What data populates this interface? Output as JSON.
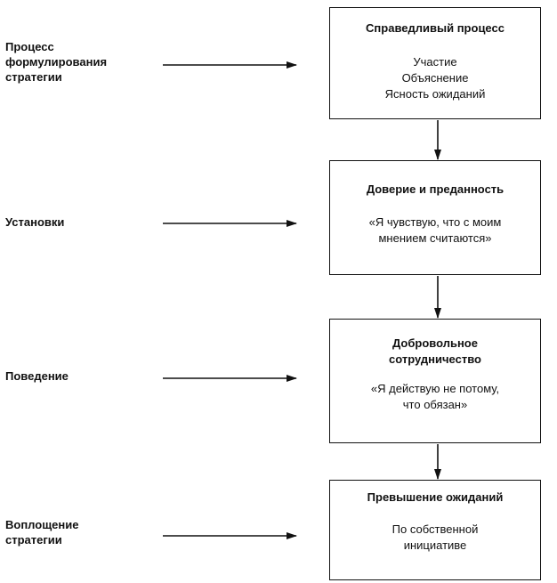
{
  "stages": [
    {
      "label_lines": [
        "Процесс",
        "формулирования",
        "стратегии"
      ]
    },
    {
      "label_lines": [
        "Установки"
      ]
    },
    {
      "label_lines": [
        "Поведение"
      ]
    },
    {
      "label_lines": [
        "Воплощение",
        "стратегии"
      ]
    }
  ],
  "boxes": [
    {
      "title_lines": [
        "Справедливый процесс"
      ],
      "body_lines": [
        "Участие",
        "Объяснение",
        "Ясность ожиданий"
      ]
    },
    {
      "title_lines": [
        "Доверие и преданность"
      ],
      "body_lines": [
        "«Я чувствую, что с моим",
        "мнением считаются»"
      ]
    },
    {
      "title_lines": [
        "Добровольное",
        "сотрудничество"
      ],
      "body_lines": [
        "«Я действую не потому,",
        "что обязан»"
      ]
    },
    {
      "title_lines": [
        "Превышение ожиданий"
      ],
      "body_lines": [
        "По собственной",
        "инициативе"
      ]
    }
  ],
  "colors": {
    "stroke": "#111111",
    "background": "#ffffff"
  }
}
